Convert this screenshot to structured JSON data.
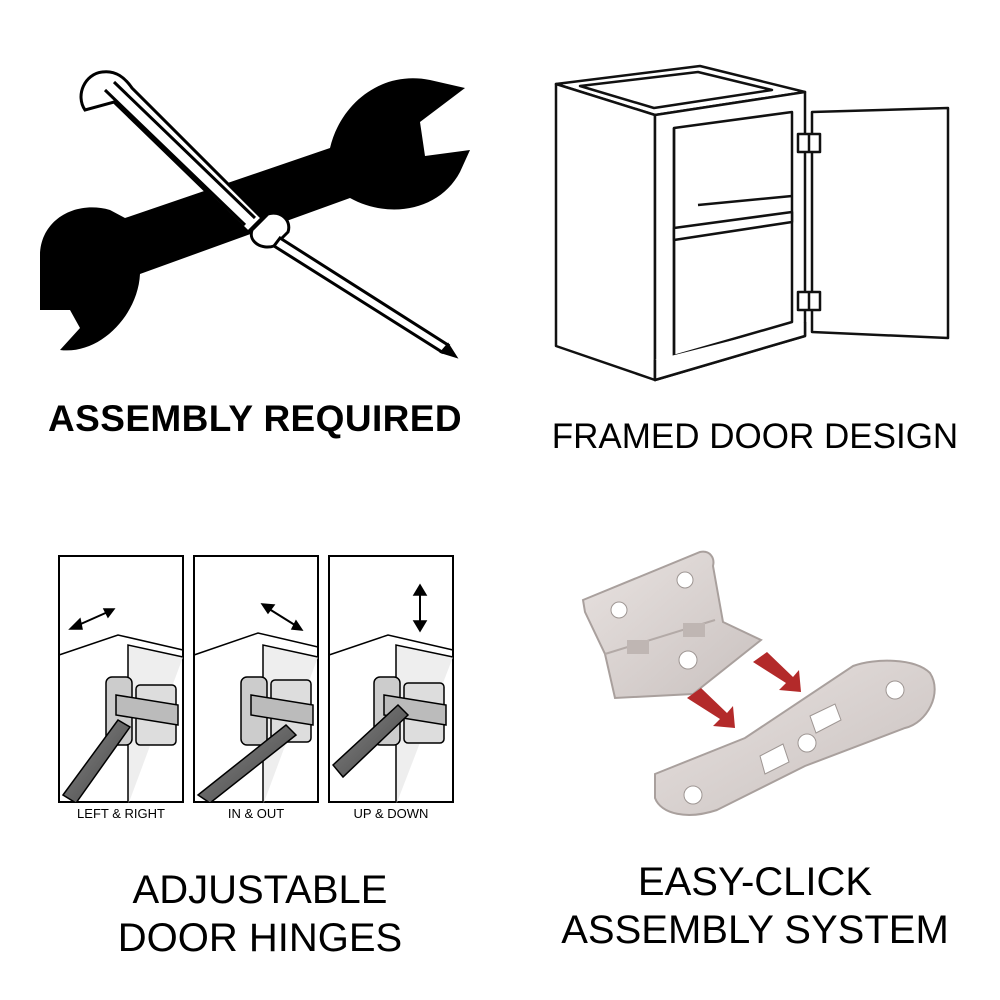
{
  "features": {
    "assembly": {
      "title": "ASSEMBLY REQUIRED",
      "icon": "wrench-screwdriver-icon"
    },
    "framed": {
      "title": "FRAMED DOOR DESIGN",
      "icon": "cabinet-open-door-icon"
    },
    "hinges": {
      "title_line1": "ADJUSTABLE",
      "title_line2": "DOOR HINGES",
      "panels": [
        {
          "label": "LEFT & RIGHT",
          "icon": "horizontal-arrow-icon"
        },
        {
          "label": "IN & OUT",
          "icon": "diagonal-arrow-icon"
        },
        {
          "label": "UP & DOWN",
          "icon": "vertical-arrow-icon"
        }
      ]
    },
    "click": {
      "title_line1": "EASY-CLICK",
      "title_line2": "ASSEMBLY SYSTEM",
      "icon": "bracket-clip-icon",
      "arrow_color": "#b32a2a"
    }
  }
}
